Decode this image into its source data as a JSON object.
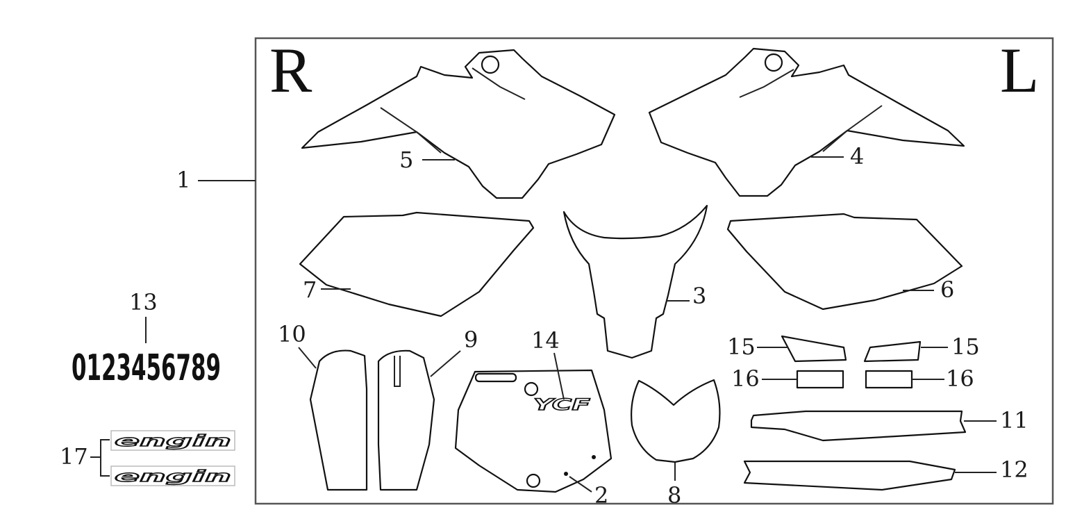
{
  "diagram": {
    "side_labels": {
      "right": "R",
      "left": "L"
    },
    "callouts": {
      "kit": "1",
      "front_number_plate": "2",
      "front_fender": "3",
      "left_shroud": "4",
      "right_shroud": "5",
      "left_side_panel": "6",
      "right_side_panel": "7",
      "headlight_decal": "8",
      "fork_guard_right": "9",
      "fork_guard_left": "10",
      "rear_fender_left": "11",
      "rear_fender_right": "12",
      "number_set": "13",
      "plate_logo": "14",
      "tank_decal_left": "15",
      "tank_decal_right": "15",
      "small_decal_left": "16",
      "small_decal_right": "16",
      "brand_decal": "17"
    },
    "number_set_text": "0123456789",
    "plate_logo_text": "YCF",
    "brand_decal_text": "engin"
  }
}
